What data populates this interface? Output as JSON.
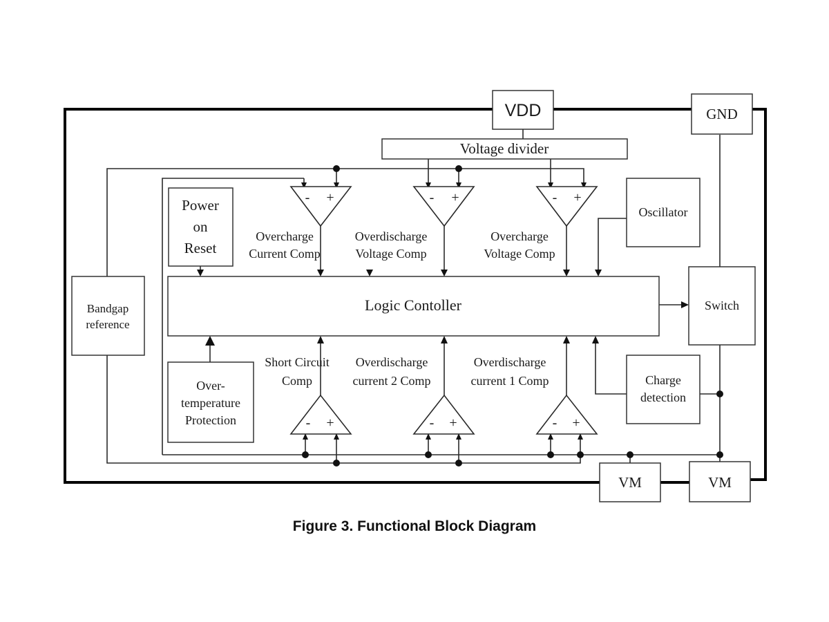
{
  "caption": "Figure 3. Functional Block Diagram",
  "blocks": {
    "vdd": "VDD",
    "gnd": "GND",
    "voltage_divider": "Voltage divider",
    "power_on_reset": [
      "Power",
      "on",
      "Reset"
    ],
    "oscillator": "Oscillator",
    "bandgap": [
      "Bandgap",
      "reference"
    ],
    "logic": "Logic Contoller",
    "switch": "Switch",
    "over_temperature": [
      "Over-",
      "temperature",
      "Protection"
    ],
    "charge_detection": [
      "Charge",
      "detection"
    ],
    "vm_left": "VM",
    "vm_right": "VM"
  },
  "comparators": {
    "overcharge_current": [
      "Overcharge",
      "Current Comp"
    ],
    "overdischarge_voltage": [
      "Overdischarge",
      "Voltage Comp"
    ],
    "overcharge_voltage": [
      "Overcharge",
      "Voltage Comp"
    ],
    "short_circuit": [
      "Short Circuit",
      "Comp"
    ],
    "overdischarge_current_2": [
      "Overdischarge",
      "current 2 Comp"
    ],
    "overdischarge_current_1": [
      "Overdischarge",
      "current 1 Comp"
    ],
    "minus": "-",
    "plus": "+"
  }
}
